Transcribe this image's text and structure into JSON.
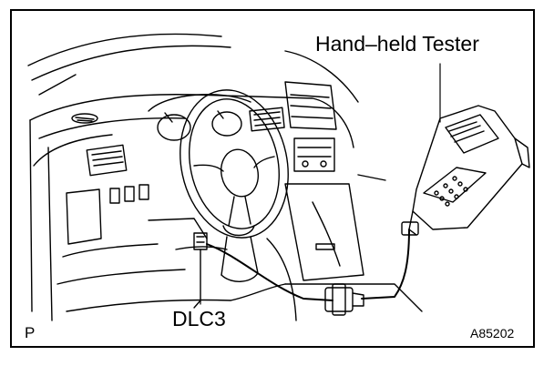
{
  "labels": {
    "tester": "Hand–held Tester",
    "connector": "DLC3",
    "view_mark": "P",
    "figure_code": "A85202"
  },
  "colors": {
    "line": "#000000",
    "background": "#ffffff"
  }
}
